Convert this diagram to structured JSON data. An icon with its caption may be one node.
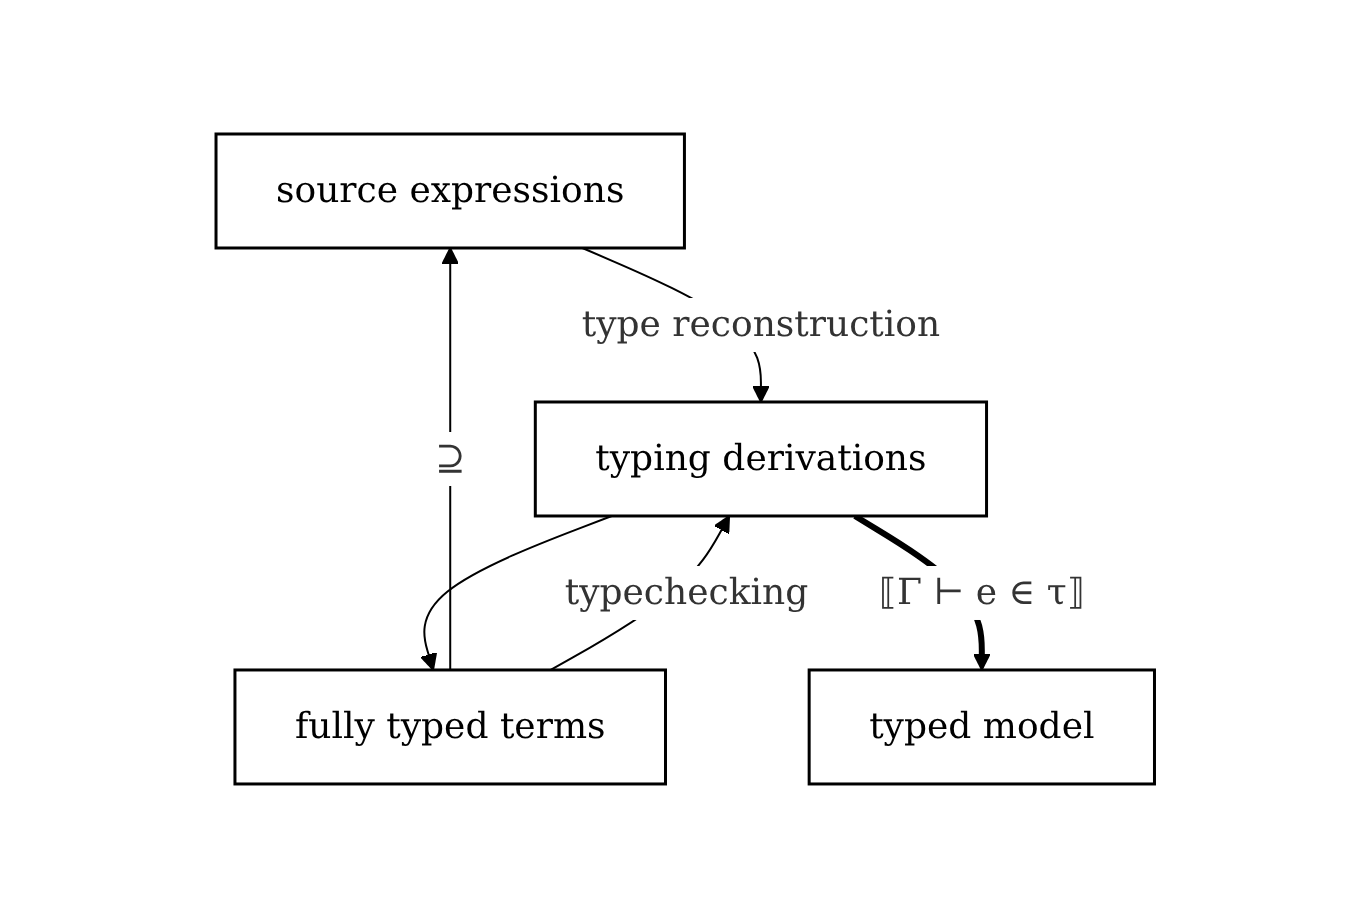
{
  "diagram": {
    "nodes": [
      {
        "text": [
          "source expressions"
        ]
      },
      {
        "text": [
          "fully typed terms"
        ]
      },
      {
        "text": [
          "typing derivations"
        ]
      },
      {
        "text": [
          "typed model"
        ]
      }
    ],
    "edges": [
      {
        "from": 1,
        "to": 0,
        "arrow": "to",
        "label": "⊇"
      },
      {
        "from": 0,
        "to": 2,
        "arrow": "to",
        "label": "type reconstruction"
      },
      {
        "from": 2,
        "to": 1,
        "arrow": "to"
      },
      {
        "from": 1,
        "to": 2,
        "arrow": "to",
        "label": "typechecking"
      },
      {
        "from": 2,
        "to": 3,
        "arrow": "to",
        "label": "⟦Γ ⊢ e ∈ τ⟧",
        "style": "thick"
      }
    ]
  }
}
